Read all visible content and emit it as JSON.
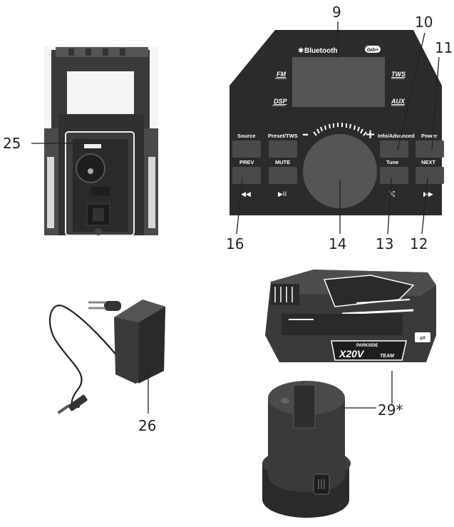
{
  "callouts": {
    "c9": "9",
    "c10": "10",
    "c11": "11",
    "c12": "12",
    "c13": "13",
    "c14": "14",
    "c16": "16",
    "c25": "25",
    "c26": "26",
    "c29": "29*"
  },
  "panel": {
    "bluetooth": "Bluetooth",
    "dab": "dab+",
    "modes": {
      "fm": "FM",
      "dsp": "DSP",
      "tws": "TWS",
      "aux": "AUX"
    },
    "dial": {
      "minus": "–",
      "plus": "+"
    },
    "buttons": {
      "source": "Source",
      "preset": "Preset/TWS",
      "info": "Info/Advanced",
      "power": "Power",
      "prev": "PREV",
      "mute": "MUTE",
      "tune": "Tune",
      "next": "NEXT"
    },
    "symbols": {
      "rewind": "◀◀",
      "play_pause": "▶II",
      "shuffle": "⤭",
      "forward": "▶▶"
    }
  },
  "charger": {
    "brand": "PARKSIDE",
    "logo": "X20V",
    "team": "TEAM"
  },
  "colors": {
    "panel": "#2b2b2b",
    "button": "#4a4a4a",
    "dial": "#555555",
    "line": "#222222"
  }
}
